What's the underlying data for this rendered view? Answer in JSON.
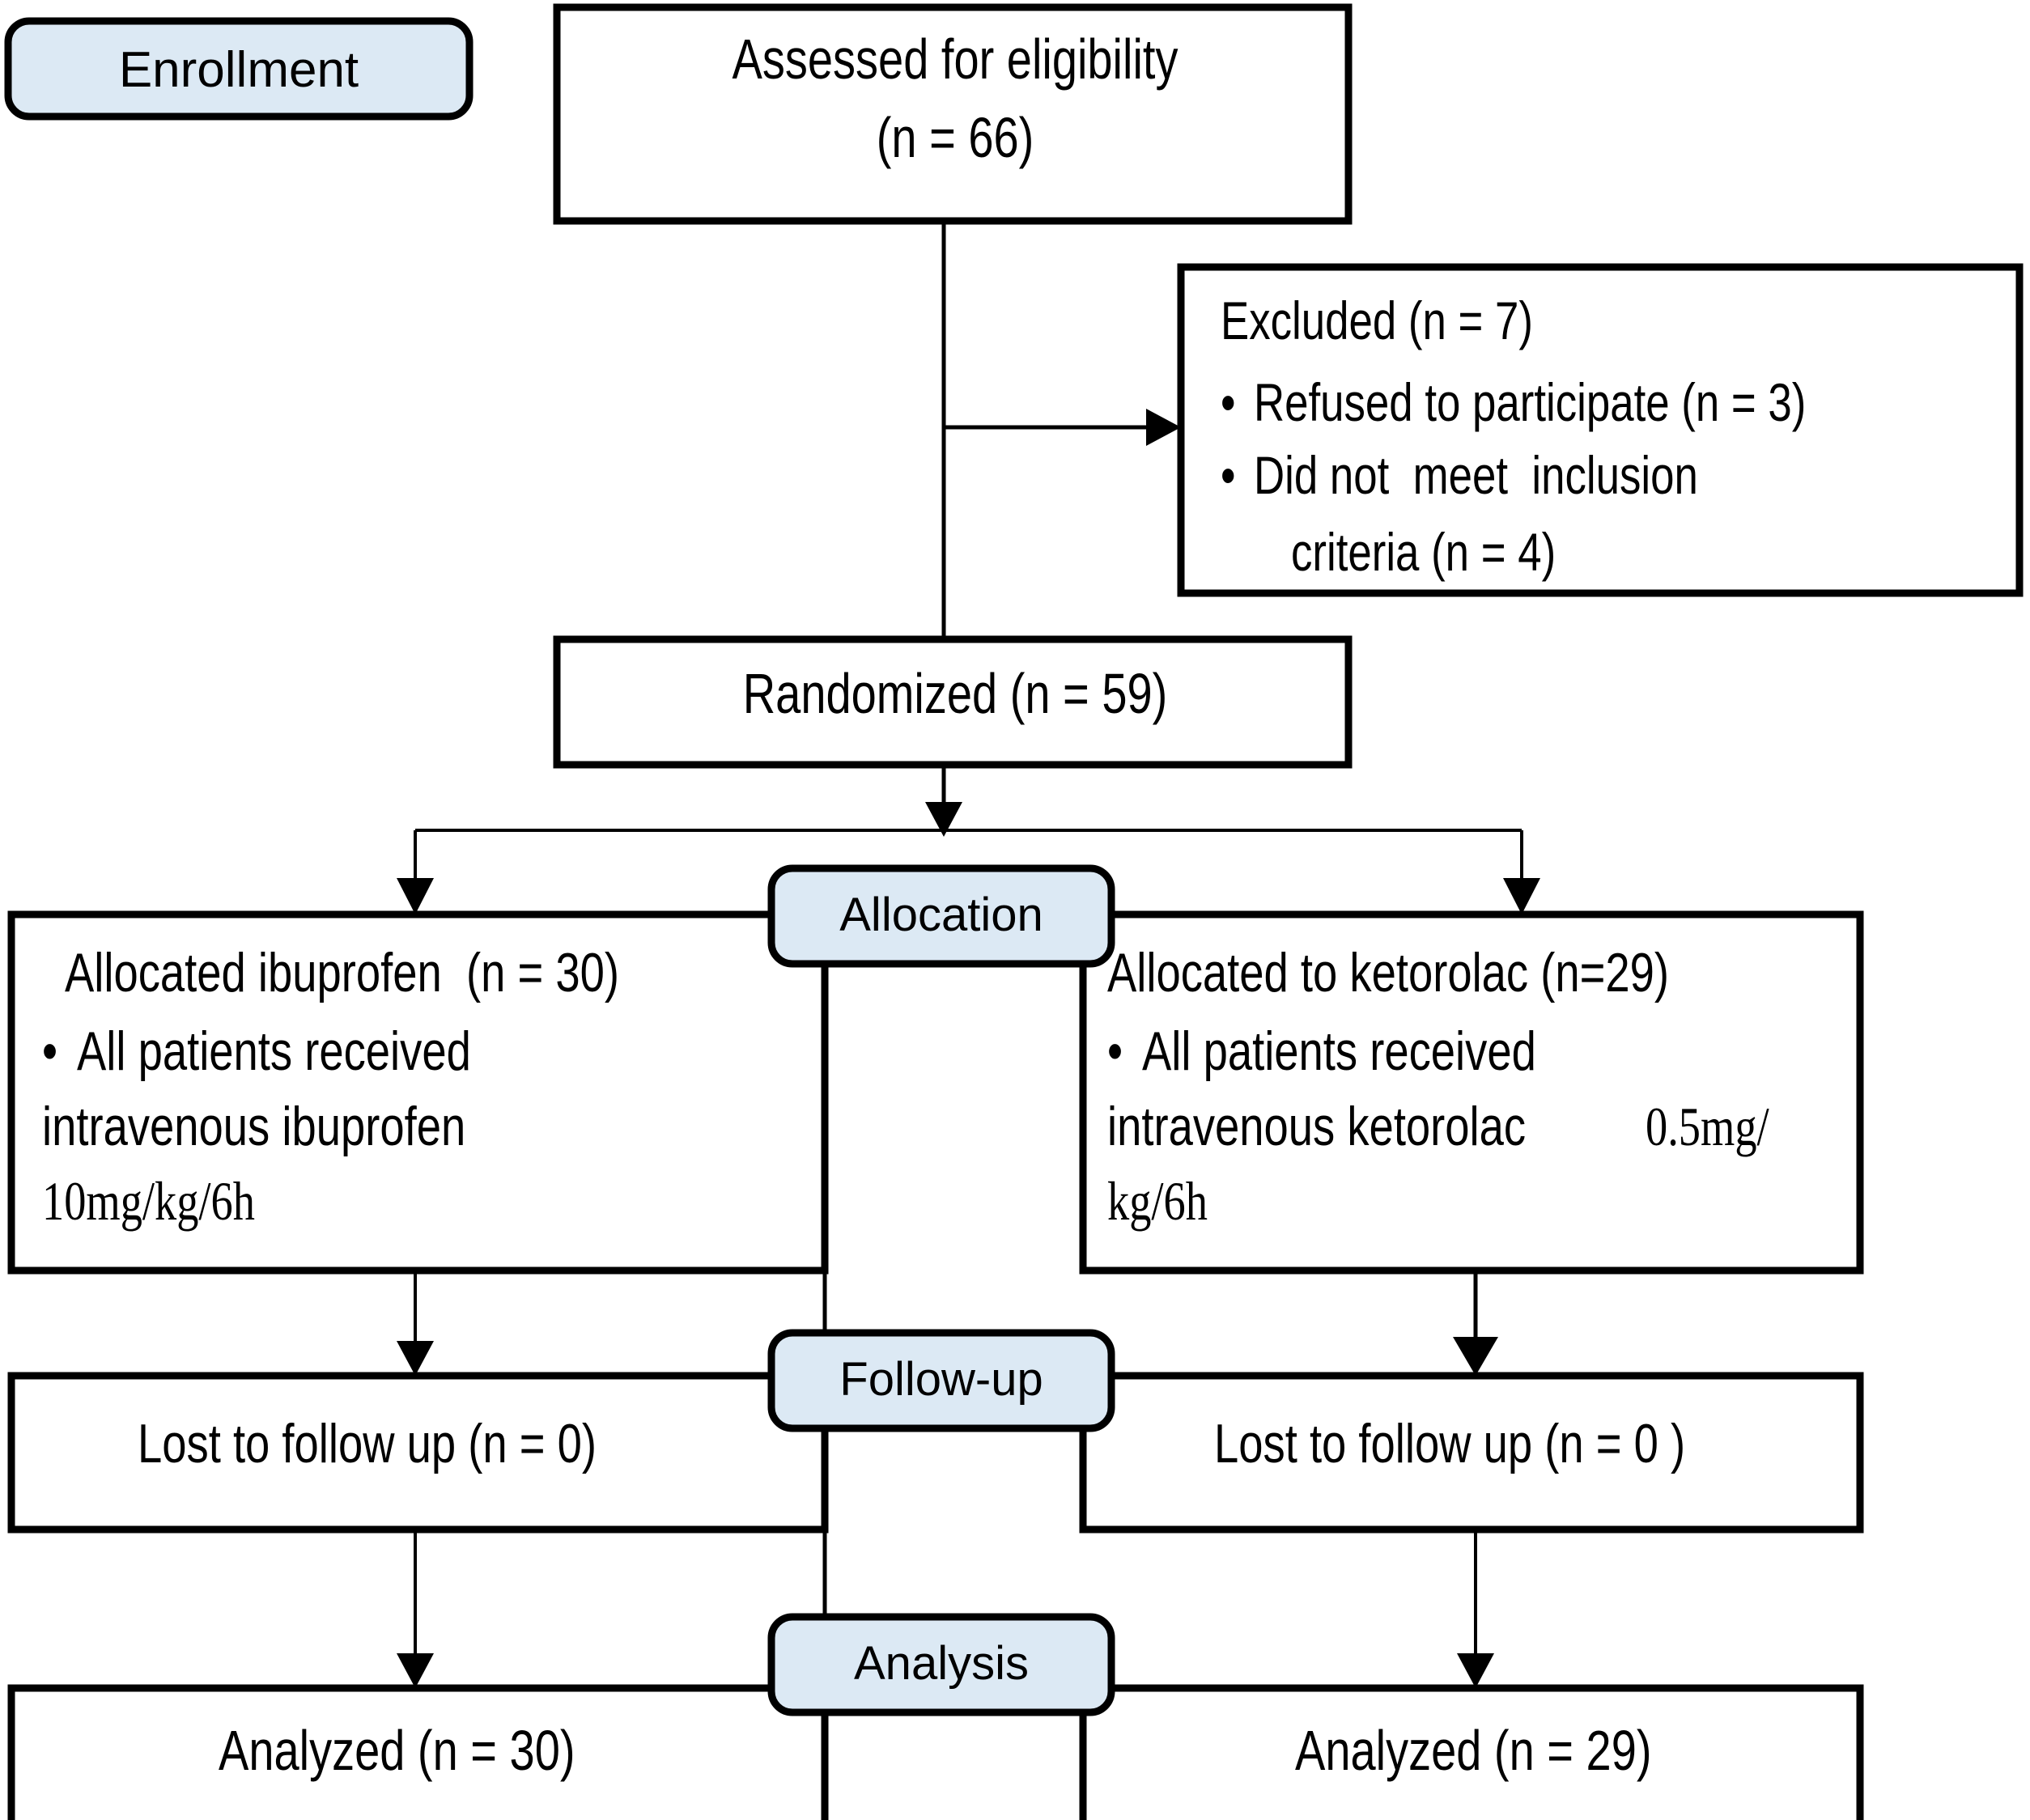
{
  "diagram": {
    "type": "consort-flow-diagram",
    "colors": {
      "stage_fill": "#dce9f4",
      "stroke": "#000000",
      "box_fill": "#ffffff"
    },
    "stages": [
      {
        "id": "enrollment",
        "label": "Enrollment"
      },
      {
        "id": "allocation",
        "label": "Allocation"
      },
      {
        "id": "followup",
        "label": "Follow-up"
      },
      {
        "id": "analysis",
        "label": "Analysis"
      }
    ],
    "nodes": {
      "assessed": {
        "line1": "Assessed for eligibility",
        "line2": "(n = 66)"
      },
      "excluded": {
        "heading": "Excluded (n = 7)",
        "bullet1": "Refused to participate (n = 3)",
        "bullet2": "Did not  meet  inclusion",
        "bullet2_cont": "criteria (n = 4)"
      },
      "randomized": {
        "label": "Randomized (n = 59)"
      },
      "allocated_left": {
        "heading": "Allocated ibuprofen  (n = 30)",
        "bullet1": "All patients received",
        "line2": "intravenous ibuprofen",
        "dose": "10mg/kg/6h"
      },
      "allocated_right": {
        "heading": "Allocated to ketorolac (n=29)",
        "bullet1": "All patients received",
        "line2a": "intravenous ketorolac ",
        "line2b": "0.5mg/",
        "dose": "kg/6h"
      },
      "lost_left": {
        "label": "Lost to follow up (n = 0)"
      },
      "lost_right": {
        "label": "Lost to follow up (n = 0 )"
      },
      "analyzed_left": {
        "label": "Analyzed (n = 30)"
      },
      "analyzed_right": {
        "label": "Analyzed (n = 29)"
      }
    }
  }
}
